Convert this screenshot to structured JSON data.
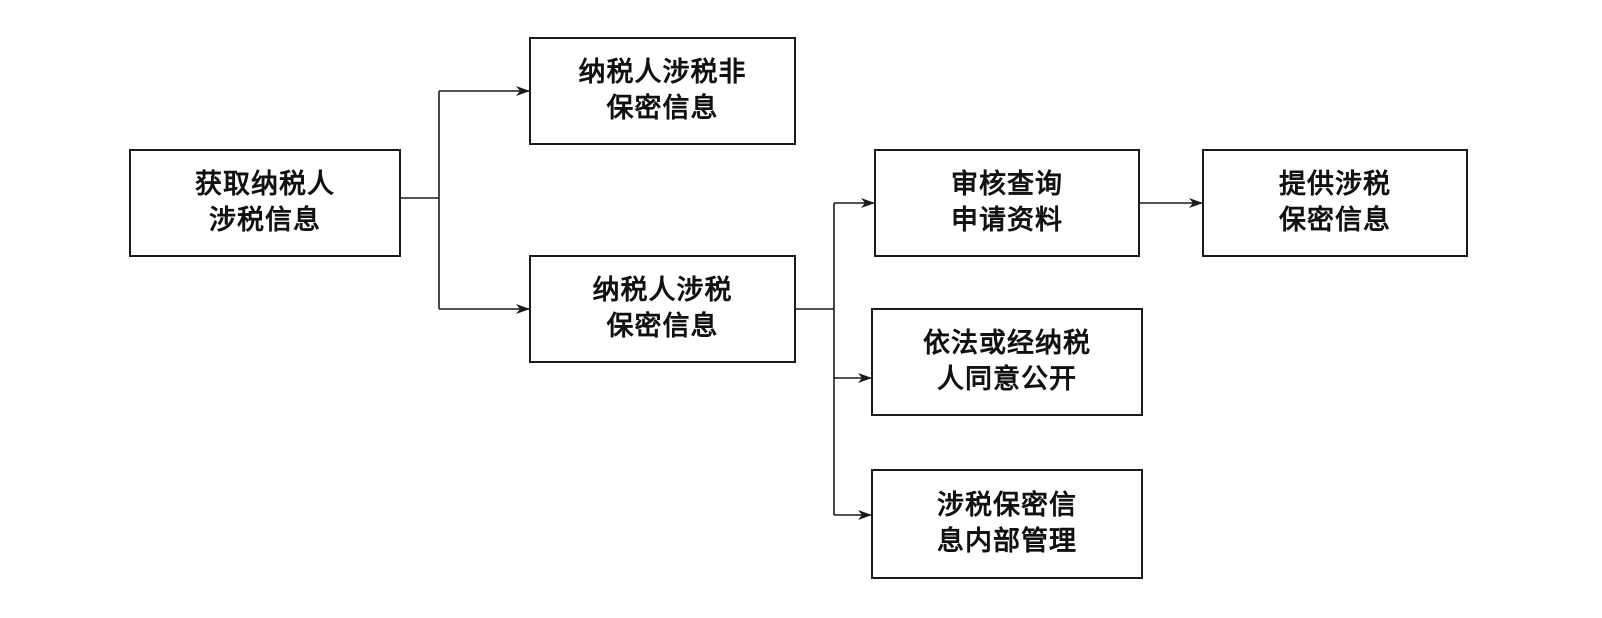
{
  "nodes": {
    "root": {
      "line1": "获取纳税人",
      "line2": "涉税信息"
    },
    "public": {
      "line1": "纳税人涉税非",
      "line2": "保密信息"
    },
    "conf": {
      "line1": "纳税人涉税",
      "line2": "保密信息"
    },
    "review": {
      "line1": "审核查询",
      "line2": "申请资料"
    },
    "provide": {
      "line1": "提供涉税",
      "line2": "保密信息"
    },
    "disclose": {
      "line1": "依法或经纳税",
      "line2": "人同意公开"
    },
    "internal": {
      "line1": "涉税保密信",
      "line2": "息内部管理"
    }
  },
  "edges": [
    {
      "from": "root",
      "to": "public"
    },
    {
      "from": "root",
      "to": "conf"
    },
    {
      "from": "conf",
      "to": "review"
    },
    {
      "from": "conf",
      "to": "disclose"
    },
    {
      "from": "conf",
      "to": "internal"
    },
    {
      "from": "review",
      "to": "provide"
    }
  ],
  "colors": {
    "line": "#1a1a1a",
    "box_border": "#1a1a1a",
    "background": "#ffffff"
  }
}
